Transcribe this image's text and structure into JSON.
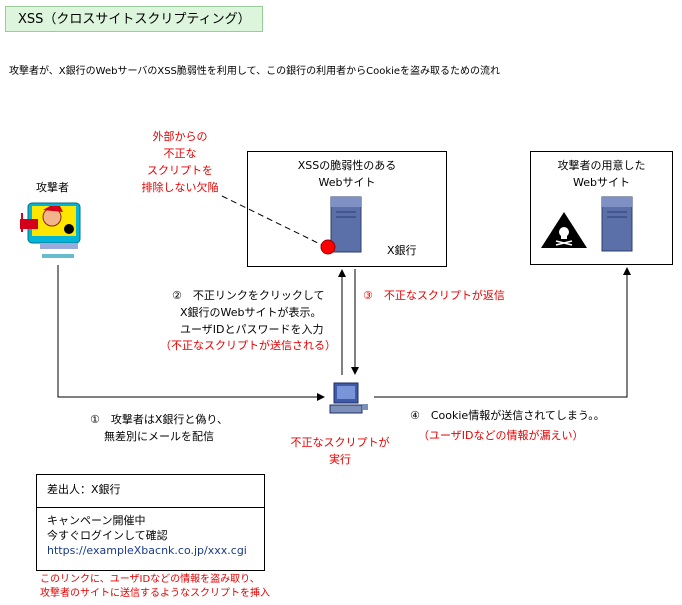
{
  "title": "XSS（クロスサイトスクリプティング）",
  "subtitle": "攻撃者が、X銀行のWebサーバのXSS脆弱性を利用して、この銀行の利用者からCookieを盗み取るための流れ",
  "attacker": {
    "label": "攻撃者"
  },
  "vulnerable_site": {
    "title_lines": [
      "XSSの脆弱性のある",
      "Webサイト"
    ],
    "bank_label": "X銀行"
  },
  "attacker_site": {
    "title_lines": [
      "攻撃者の用意した",
      "Webサイト"
    ]
  },
  "flaw_note": {
    "lines": [
      "外部からの",
      "不正な",
      "スクリプトを",
      "排除しない欠陥"
    ]
  },
  "steps": {
    "step1": {
      "lines": [
        "①　攻撃者はX銀行と偽り、",
        "無差別にメールを配信"
      ]
    },
    "step2": {
      "lines": [
        "②　不正リンクをクリックして",
        "X銀行のWebサイトが表示。",
        "ユーザIDとパスワードを入力"
      ],
      "note": "（不正なスクリプトが送信される）"
    },
    "step3": {
      "text": "③　不正なスクリプトが返信"
    },
    "step4": {
      "text": "④　Cookie情報が送信されてしまう。。",
      "note": "（ユーザIDなどの情報が漏えい）"
    }
  },
  "pc_note": {
    "lines": [
      "不正なスクリプトが",
      "実行"
    ]
  },
  "email": {
    "sender": "差出人：X銀行",
    "body_lines": [
      "キャンペーン開催中",
      "今すぐログインして確認"
    ],
    "link": "https://exampleXbacnk.co.jp/xxx.cgi"
  },
  "email_note": {
    "lines": [
      "このリンクに、ユーザIDなどの情報を盗み取り、",
      "攻撃者のサイトに送信するようなスクリプトを挿入"
    ]
  },
  "colors": {
    "accent_red": "#e60000",
    "title_bg": "#ddf4dd",
    "server_blue": "#5b6fa8"
  }
}
